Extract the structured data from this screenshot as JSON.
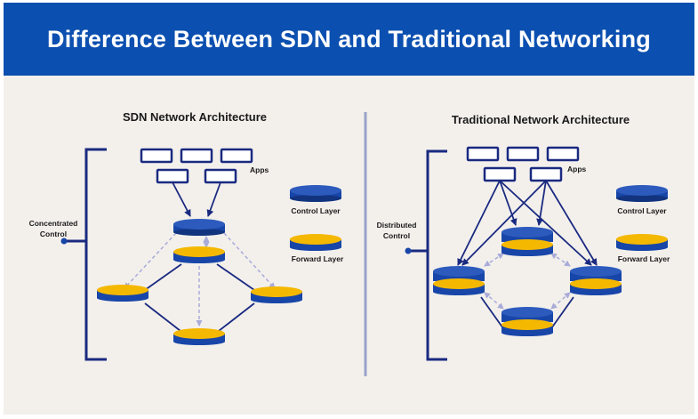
{
  "title": "Difference Between SDN and Traditional Networking",
  "sdn": {
    "heading": "SDN Network Architecture",
    "control_label_line1": "Concentrated",
    "control_label_line2": "Control",
    "apps_label": "Apps",
    "legend_control": "Control Layer",
    "legend_forward": "Forward Layer"
  },
  "traditional": {
    "heading": "Traditional Network Architecture",
    "control_label_line1": "Distributed",
    "control_label_line2": "Control",
    "apps_label": "Apps",
    "legend_control": "Control Layer",
    "legend_forward": "Forward Layer"
  },
  "colors": {
    "banner": "#0b4fb0",
    "navy": "#1a2a80",
    "control_blue": "#1846a8",
    "forward_yellow": "#f5b800",
    "dashed": "#a9abd8",
    "divider": "#9aa3c8",
    "background": "#f3f0ec"
  }
}
